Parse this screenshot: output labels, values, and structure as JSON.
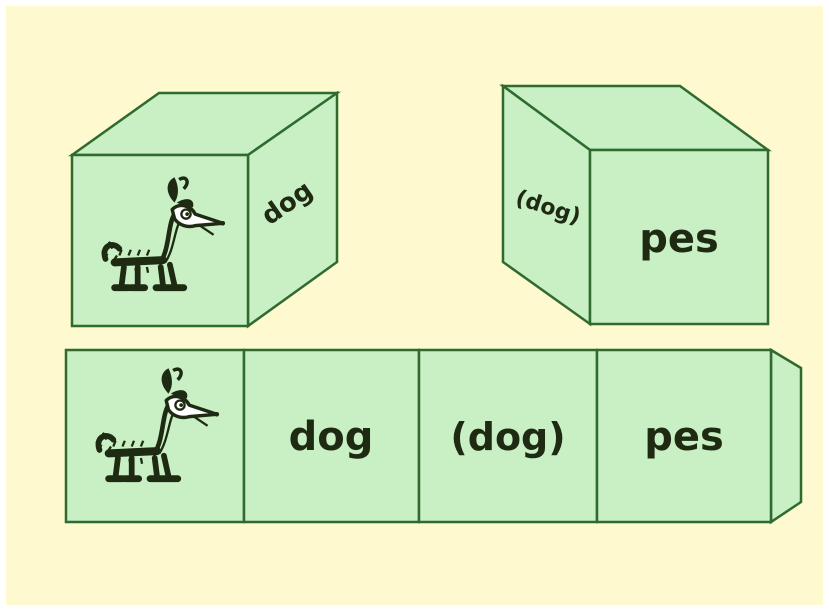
{
  "colors": {
    "background": "#fff9cf",
    "panel": "#fff9cf",
    "face": "#c8f0c4",
    "outline": "#2f6b2f",
    "ink": "#1e2a12"
  },
  "left_cube": {
    "front_icon": "cartoon-dog-icon",
    "side_label": "dog"
  },
  "right_cube": {
    "side_label": "(dog)",
    "front_label": "pes"
  },
  "strip": {
    "cells": [
      {
        "type": "icon",
        "icon": "cartoon-dog-icon"
      },
      {
        "type": "text",
        "text": "dog"
      },
      {
        "type": "text",
        "text": "(dog)"
      },
      {
        "type": "text",
        "text": "pes"
      }
    ]
  }
}
